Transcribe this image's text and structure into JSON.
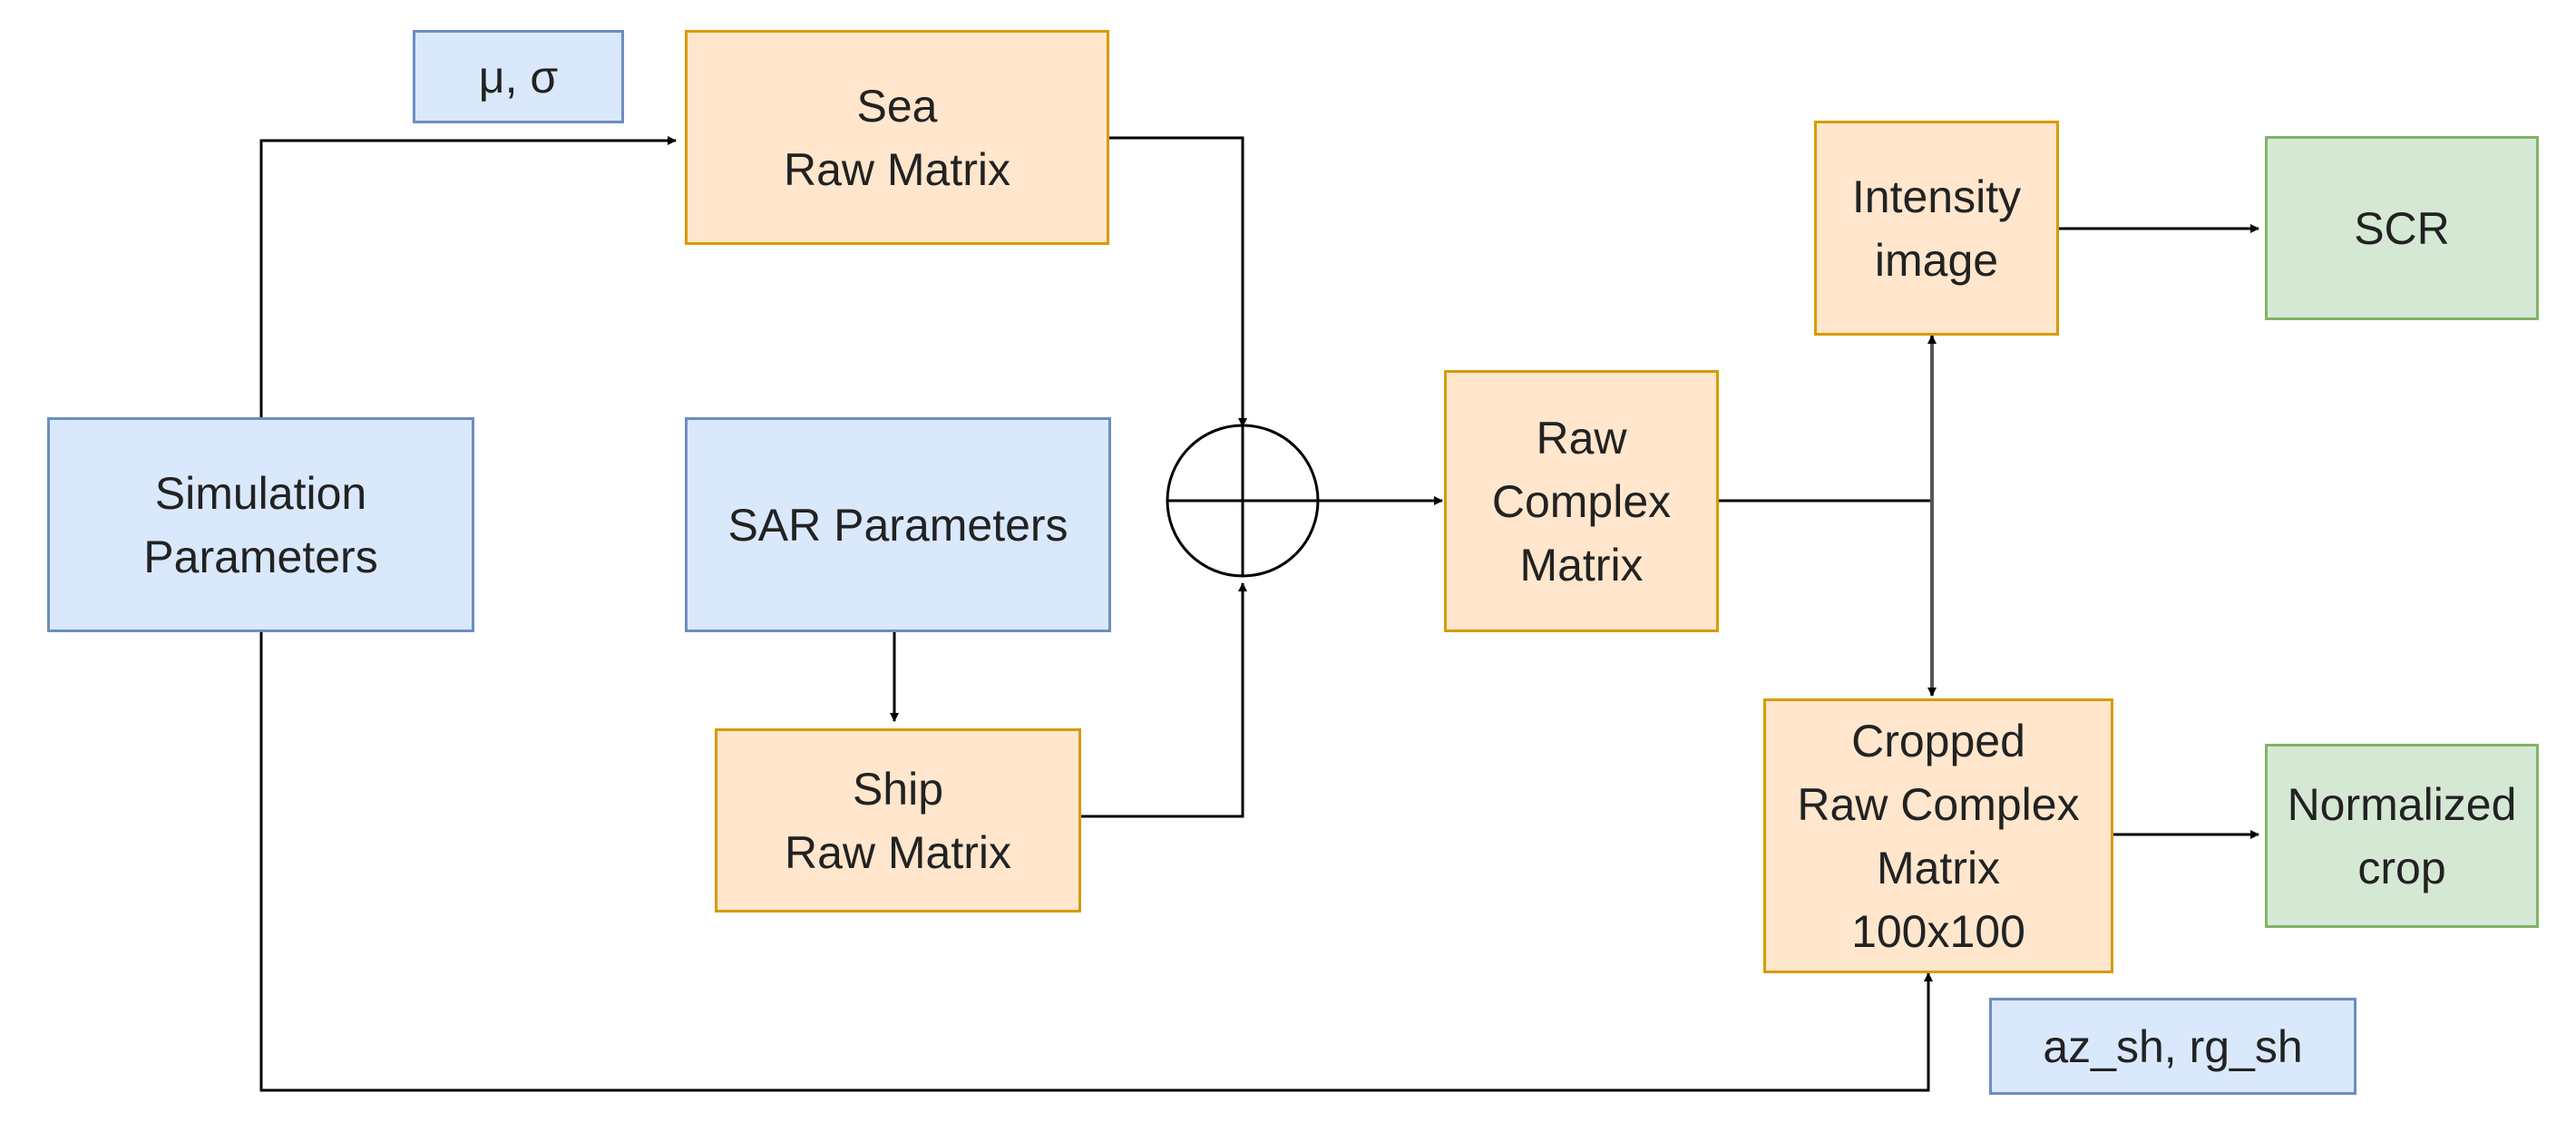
{
  "nodes": {
    "mu_sigma": {
      "label": "μ, σ",
      "color": "#dae8fc"
    },
    "sea_raw": {
      "label": "Sea\nRaw Matrix",
      "color": "#ffe6cc"
    },
    "simulation_params": {
      "label": "Simulation\nParameters",
      "color": "#dae8fc"
    },
    "sar_params": {
      "label": "SAR Parameters",
      "color": "#dae8fc"
    },
    "ship_raw": {
      "label": "Ship\nRaw Matrix",
      "color": "#ffe6cc"
    },
    "raw_complex": {
      "label": "Raw\nComplex\nMatrix",
      "color": "#ffe6cc"
    },
    "intensity": {
      "label": "Intensity\nimage",
      "color": "#ffe6cc"
    },
    "scr": {
      "label": "SCR",
      "color": "#d5e8d4"
    },
    "cropped": {
      "label": "Cropped\nRaw Complex\nMatrix\n100x100",
      "color": "#ffe6cc"
    },
    "normalized": {
      "label": "Normalized\ncrop",
      "color": "#d5e8d4"
    },
    "az_rg": {
      "label": "az_sh, rg_sh",
      "color": "#dae8fc"
    }
  },
  "edges": [
    {
      "from": "simulation_params",
      "to": "sea_raw"
    },
    {
      "from": "sea_raw",
      "to": "sum"
    },
    {
      "from": "sar_params",
      "to": "ship_raw"
    },
    {
      "from": "ship_raw",
      "to": "sum"
    },
    {
      "from": "sum",
      "to": "raw_complex"
    },
    {
      "from": "raw_complex",
      "to": "intensity"
    },
    {
      "from": "raw_complex",
      "to": "cropped"
    },
    {
      "from": "intensity",
      "to": "scr"
    },
    {
      "from": "cropped",
      "to": "normalized"
    },
    {
      "from": "simulation_params",
      "to": "cropped"
    }
  ]
}
